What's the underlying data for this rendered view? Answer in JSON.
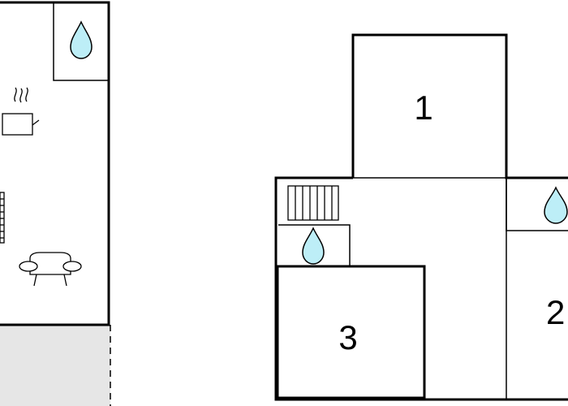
{
  "floor_plan": {
    "rooms": [
      {
        "label": "1"
      },
      {
        "label": "2"
      },
      {
        "label": "3"
      }
    ],
    "icons": {
      "bathroom": "water-drop-icon",
      "kitchen": "cooking-pot-icon",
      "living": "armchair-icon",
      "stairs": "staircase-icon"
    },
    "colors": {
      "walls": "#000000",
      "water_drop": "#bdeef7",
      "terrace": "#e6e6e6",
      "background": "#ffffff"
    }
  }
}
